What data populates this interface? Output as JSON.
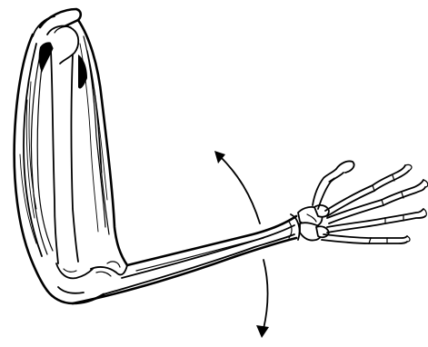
{
  "figure": {
    "subject": "arm-skeleton-and-muscles",
    "parts": [
      "upper-arm-muscle",
      "humerus",
      "forearm-bones",
      "hand-bones",
      "elbow-joint"
    ],
    "motion_arrows": [
      "upward-curved-arrow",
      "downward-curved-arrow"
    ],
    "colors": {
      "ink": "#000000",
      "background": "#ffffff"
    }
  }
}
